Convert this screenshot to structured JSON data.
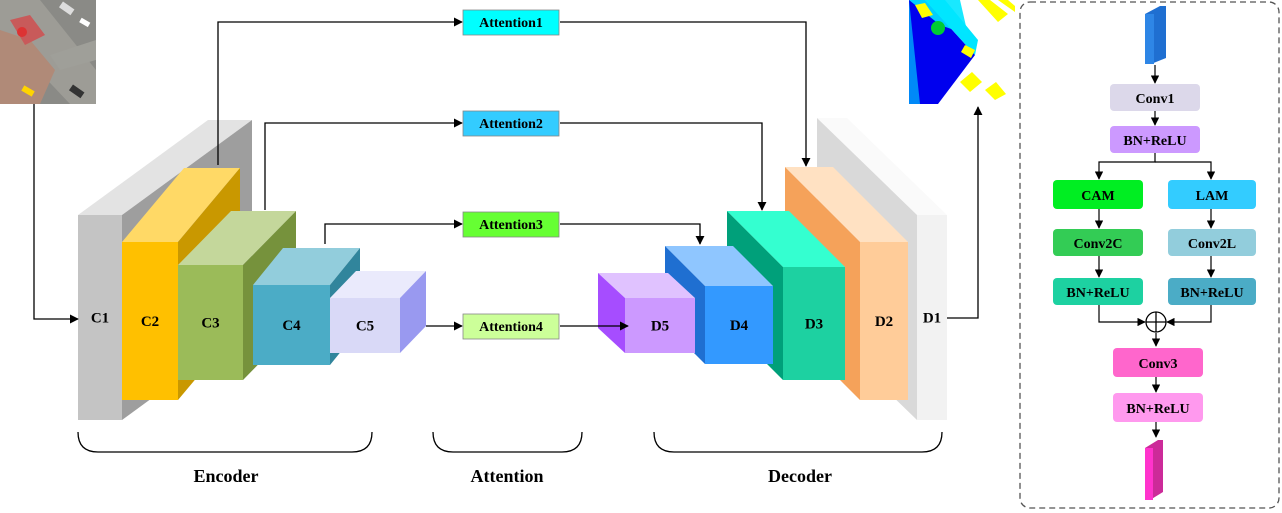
{
  "encoder_blocks": [
    {
      "id": "c1",
      "label": "C1",
      "front": "#c4c4c4",
      "top": "#e3e3e3",
      "side": "#9e9e9e"
    },
    {
      "id": "c2",
      "label": "C2",
      "front": "#ffc000",
      "top": "#ffd966",
      "side": "#c99800"
    },
    {
      "id": "c3",
      "label": "C3",
      "front": "#9bbb59",
      "top": "#c4d79b",
      "side": "#76923c"
    },
    {
      "id": "c4",
      "label": "C4",
      "front": "#4bacc6",
      "top": "#92cddc",
      "side": "#31859c"
    },
    {
      "id": "c5",
      "label": "C5",
      "front": "#d9d9f7",
      "top": "#eaeafc",
      "side": "#9999f0"
    }
  ],
  "decoder_blocks": [
    {
      "id": "d5",
      "label": "D5",
      "front": "#cc99ff",
      "top": "#e0c2ff",
      "side": "#a64dff"
    },
    {
      "id": "d4",
      "label": "D4",
      "front": "#3399ff",
      "top": "#8fc6ff",
      "side": "#1f6fd1"
    },
    {
      "id": "d3",
      "label": "D3",
      "front": "#1dd1a1",
      "top": "#34ffd0",
      "side": "#00a07a"
    },
    {
      "id": "d2",
      "label": "D2",
      "front": "#ffcc99",
      "top": "#ffe1c2",
      "side": "#f5a25a"
    },
    {
      "id": "d1",
      "label": "D1",
      "front": "#f2f2f2",
      "top": "#fafafa",
      "side": "#d9d9d9"
    }
  ],
  "attention_boxes": [
    {
      "id": "attention1",
      "label": "Attention1",
      "color": "#00ffff"
    },
    {
      "id": "attention2",
      "label": "Attention2",
      "color": "#33ccff"
    },
    {
      "id": "attention3",
      "label": "Attention3",
      "color": "#66ff33"
    },
    {
      "id": "attention4",
      "label": "Attention4",
      "color": "#ccff99"
    }
  ],
  "section_labels": {
    "encoder": "Encoder",
    "attention": "Attention",
    "decoder": "Decoder"
  },
  "detail_module": {
    "conv1": {
      "label": "Conv1",
      "color": "#dcd8ea"
    },
    "bn_relu_top": {
      "label": "BN+ReLU",
      "color": "#cc99ff"
    },
    "cam": {
      "label": "CAM",
      "color": "#00ee22"
    },
    "lam": {
      "label": "LAM",
      "color": "#33ccff"
    },
    "conv2c": {
      "label": "Conv2C",
      "color": "#33cc55"
    },
    "conv2l": {
      "label": "Conv2L",
      "color": "#92cddc"
    },
    "bn_relu_c": {
      "label": "BN+ReLU",
      "color": "#1dd1a1"
    },
    "bn_relu_l": {
      "label": "BN+ReLU",
      "color": "#4bacc6"
    },
    "conv3": {
      "label": "Conv3",
      "color": "#ff66cc"
    },
    "bn_relu_bottom": {
      "label": "BN+ReLU",
      "color": "#ff99ee"
    },
    "input_bar_color": "#1f6fd1",
    "output_bar_color": "#ff33cc"
  }
}
